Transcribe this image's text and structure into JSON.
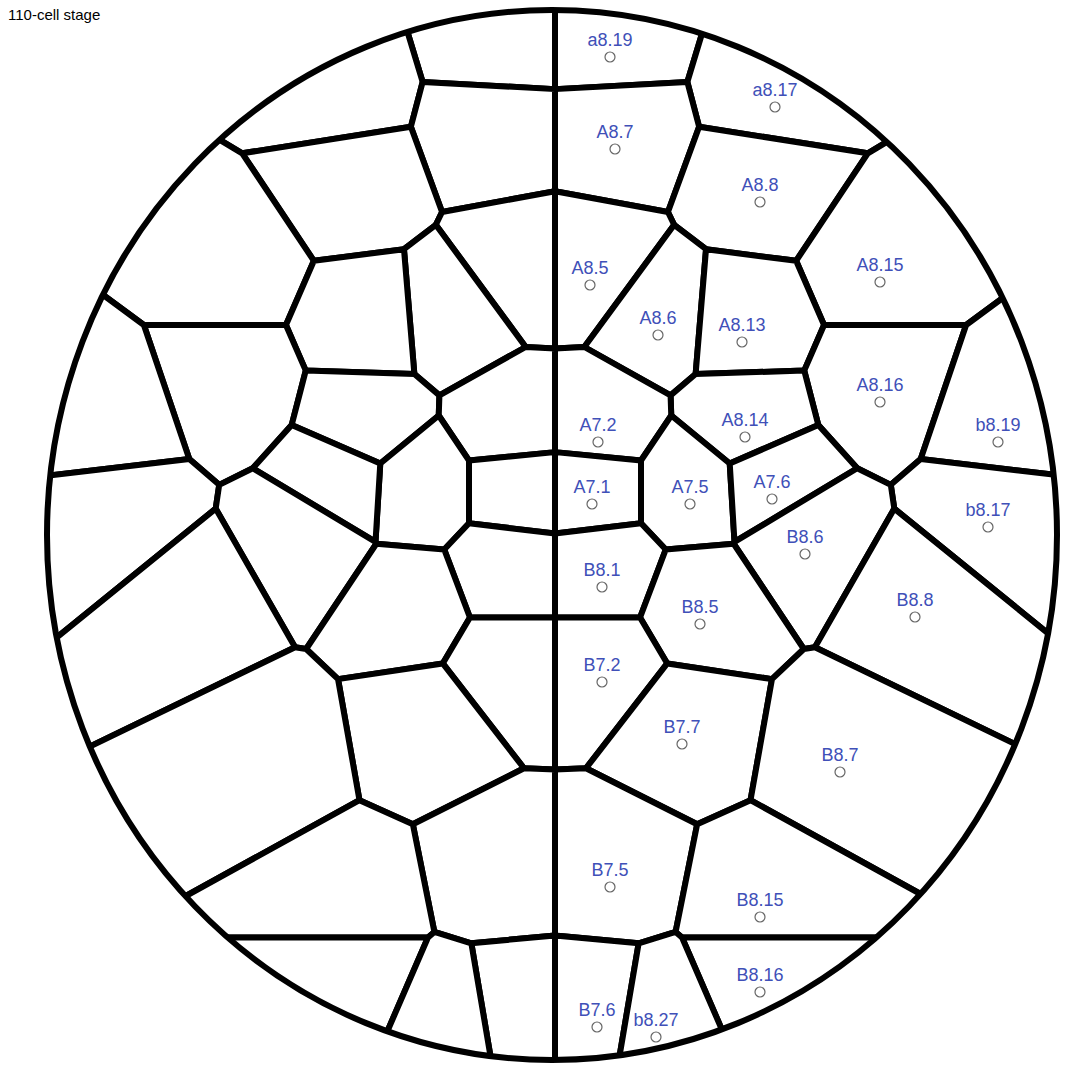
{
  "diagram": {
    "title": "110-cell stage",
    "nodes": [
      {
        "text": [
          "a8.19"
        ]
      },
      {
        "text": [
          "a8.17"
        ]
      },
      {
        "text": [
          "A8.7"
        ]
      },
      {
        "text": [
          "A8.8"
        ]
      },
      {
        "text": [
          "A8.5"
        ]
      },
      {
        "text": [
          "A8.15"
        ]
      },
      {
        "text": [
          "A8.6"
        ]
      },
      {
        "text": [
          "A8.13"
        ]
      },
      {
        "text": [
          "A8.16"
        ]
      },
      {
        "text": [
          "A8.14"
        ]
      },
      {
        "text": [
          "A7.2"
        ]
      },
      {
        "text": [
          "b8.19"
        ]
      },
      {
        "text": [
          "A7.1"
        ]
      },
      {
        "text": [
          "A7.5"
        ]
      },
      {
        "text": [
          "A7.6"
        ]
      },
      {
        "text": [
          "b8.17"
        ]
      },
      {
        "text": [
          "B8.6"
        ]
      },
      {
        "text": [
          "B8.1"
        ]
      },
      {
        "text": [
          "B8.8"
        ]
      },
      {
        "text": [
          "B8.5"
        ]
      },
      {
        "text": [
          "B7.2"
        ]
      },
      {
        "text": [
          "B7.7"
        ]
      },
      {
        "text": [
          "B8.7"
        ]
      },
      {
        "text": [
          "B7.5"
        ]
      },
      {
        "text": [
          "B8.15"
        ]
      },
      {
        "text": [
          "B8.16"
        ]
      },
      {
        "text": [
          "B7.6"
        ]
      },
      {
        "text": [
          "b8.27"
        ]
      }
    ]
  }
}
